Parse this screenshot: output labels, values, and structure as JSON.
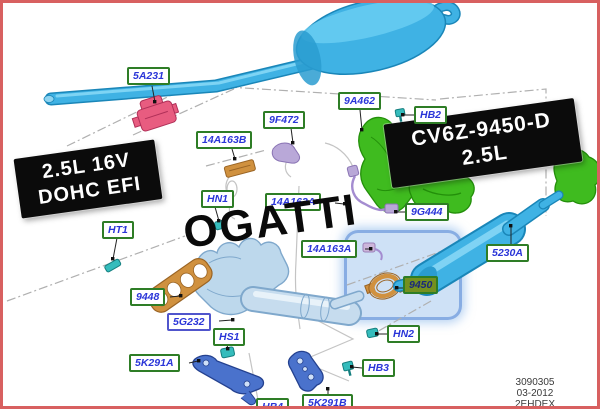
{
  "watermark": {
    "text": "OGATTI"
  },
  "callouts": {
    "engine": {
      "line1": "2.5L 16V",
      "line2": "DOHC EFI"
    },
    "part": {
      "line1": "CV6Z-9450-D",
      "line2": "2.5L"
    }
  },
  "labels": [
    {
      "text": "5A231"
    },
    {
      "text": "9F472"
    },
    {
      "text": "14A163B"
    },
    {
      "text": "9A462"
    },
    {
      "text": "HB2"
    },
    {
      "text": "HN1"
    },
    {
      "text": "14A163A"
    },
    {
      "text": "9G444"
    },
    {
      "text": "HT1"
    },
    {
      "text": "14A163A"
    },
    {
      "text": "5230A"
    },
    {
      "text": "9448"
    },
    {
      "text": "9450"
    },
    {
      "text": "5G232"
    },
    {
      "text": "HS1"
    },
    {
      "text": "5K291A"
    },
    {
      "text": "HN2"
    },
    {
      "text": "HB3"
    },
    {
      "text": "5K291B"
    },
    {
      "text": "HB4"
    }
  ],
  "footer": {
    "doc_number": "3090305",
    "date": "03-2012",
    "index_code": "2EHDEX"
  },
  "colors": {
    "frame_border": "#d86060",
    "label_border_green": "#2e7d26",
    "label_text_blue": "#2a35d8",
    "alt_label_border_blue": "#5055cc",
    "highlighted_label_bg_olive": "#74901f",
    "highlight_blue": "#7db2e8",
    "pipe_blue": "#3fb2e4",
    "steel_blue": "#c6dcee",
    "manifold_green": "#3fbb1f",
    "gasket_orange": "#d0913f",
    "insulator_pink": "#e85c80",
    "bracket_blue": "#4a72cc",
    "fastener_teal": "#35bcbc",
    "harness_lavender": "#b9a8d8"
  }
}
